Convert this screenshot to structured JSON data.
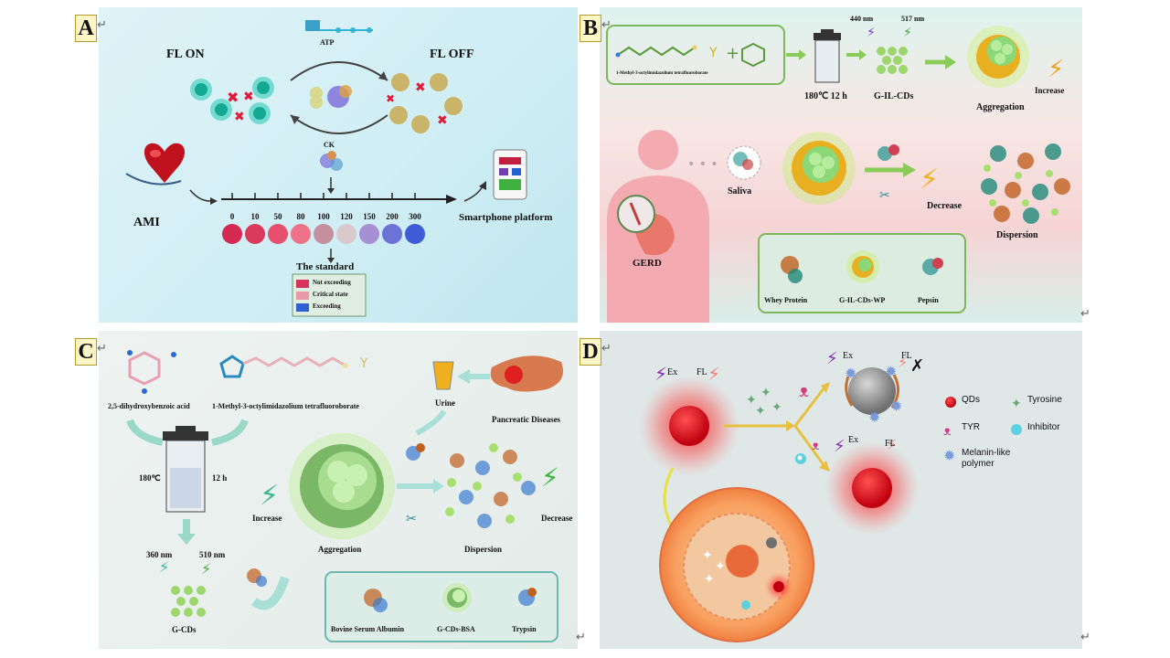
{
  "panels": {
    "a": {
      "label": "A",
      "fl_on": "FL  ON",
      "fl_off": "FL OFF",
      "atp": "ATP",
      "ck": "CK",
      "ami": "AMI",
      "smartphone": "Smartphone platform",
      "scale": [
        "0",
        "10",
        "50",
        "80",
        "100",
        "120",
        "150",
        "200",
        "300"
      ],
      "scale_colors": [
        "#d42a52",
        "#dc3a5c",
        "#e6506e",
        "#ee7288",
        "#c68fa0",
        "#d9c8cc",
        "#a78fd4",
        "#6d72d6",
        "#3f5cd4"
      ],
      "standard_title": "The standard",
      "standard_items": [
        {
          "label": "Not exceeding",
          "color": "#d8335a"
        },
        {
          "label": "Critical state",
          "color": "#e99aa8"
        },
        {
          "label": "Exceeding",
          "color": "#2f5fd0"
        }
      ]
    },
    "b": {
      "label": "B",
      "reagent": "1-Methyl-3-octylimidazolium tetrafluoroborate",
      "temp": "180℃ 12 h",
      "product": "G-IL-CDs",
      "ex_nm": "440 nm",
      "em_nm": "517 nm",
      "aggregation": "Aggregation",
      "increase": "Increase",
      "saliva": "Saliva",
      "decrease": "Decrease",
      "dispersion": "Dispersion",
      "gerd": "GERD",
      "legend": [
        "Whey Protein",
        "G-IL-CDs-WP",
        "Pepsin"
      ]
    },
    "c": {
      "label": "C",
      "reagent1": "2,5-dihydroxybenzoic acid",
      "reagent2": "1-Methyl-3-octylimidazolium tetrafluoroborate",
      "temp": "180℃",
      "time": "12 h",
      "urine": "Urine",
      "pancreatic": "Pancreatic Diseases",
      "increase": "Increase",
      "aggregation": "Aggregation",
      "dispersion": "Dispersion",
      "decrease": "Decrease",
      "ex_nm": "360 nm",
      "em_nm": "510 nm",
      "product": "G-CDs",
      "legend": [
        "Bovine Serum Albumin",
        "G-CDs-BSA",
        "Trypsin"
      ]
    },
    "d": {
      "label": "D",
      "ex": "Ex",
      "fl": "FL",
      "legend": [
        {
          "label": "QDs",
          "icon": "red-dot-icon"
        },
        {
          "label": "Tyrosine",
          "icon": "sparkle-icon"
        },
        {
          "label": "TYR",
          "icon": "enzyme-icon"
        },
        {
          "label": "Inhibitor",
          "icon": "inhibitor-icon"
        },
        {
          "label": "Melanin-like\npolymer",
          "icon": "melanin-icon"
        }
      ]
    }
  }
}
